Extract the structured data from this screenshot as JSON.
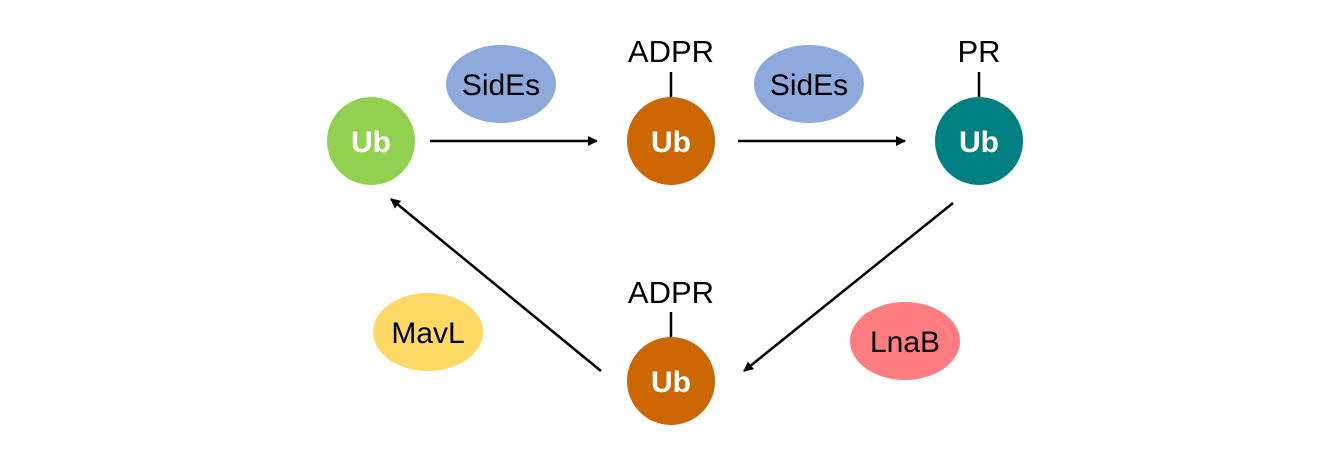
{
  "colors": {
    "ub_plain": "#92D050",
    "ub_adpr": "#CC6600",
    "ub_pr": "#008080",
    "sides": "#8EA9DB",
    "mavl": "#FFD966",
    "lnab": "#FF7C80"
  },
  "nodes": {
    "ub1": {
      "label": "Ub"
    },
    "ub2": {
      "label": "Ub",
      "modification": "ADPR"
    },
    "ub3": {
      "label": "Ub",
      "modification": "PR"
    },
    "ub4": {
      "label": "Ub",
      "modification": "ADPR"
    }
  },
  "enzymes": {
    "sides_1": "SidEs",
    "sides_2": "SidEs",
    "lnab": "LnaB",
    "mavl": "MavL"
  }
}
